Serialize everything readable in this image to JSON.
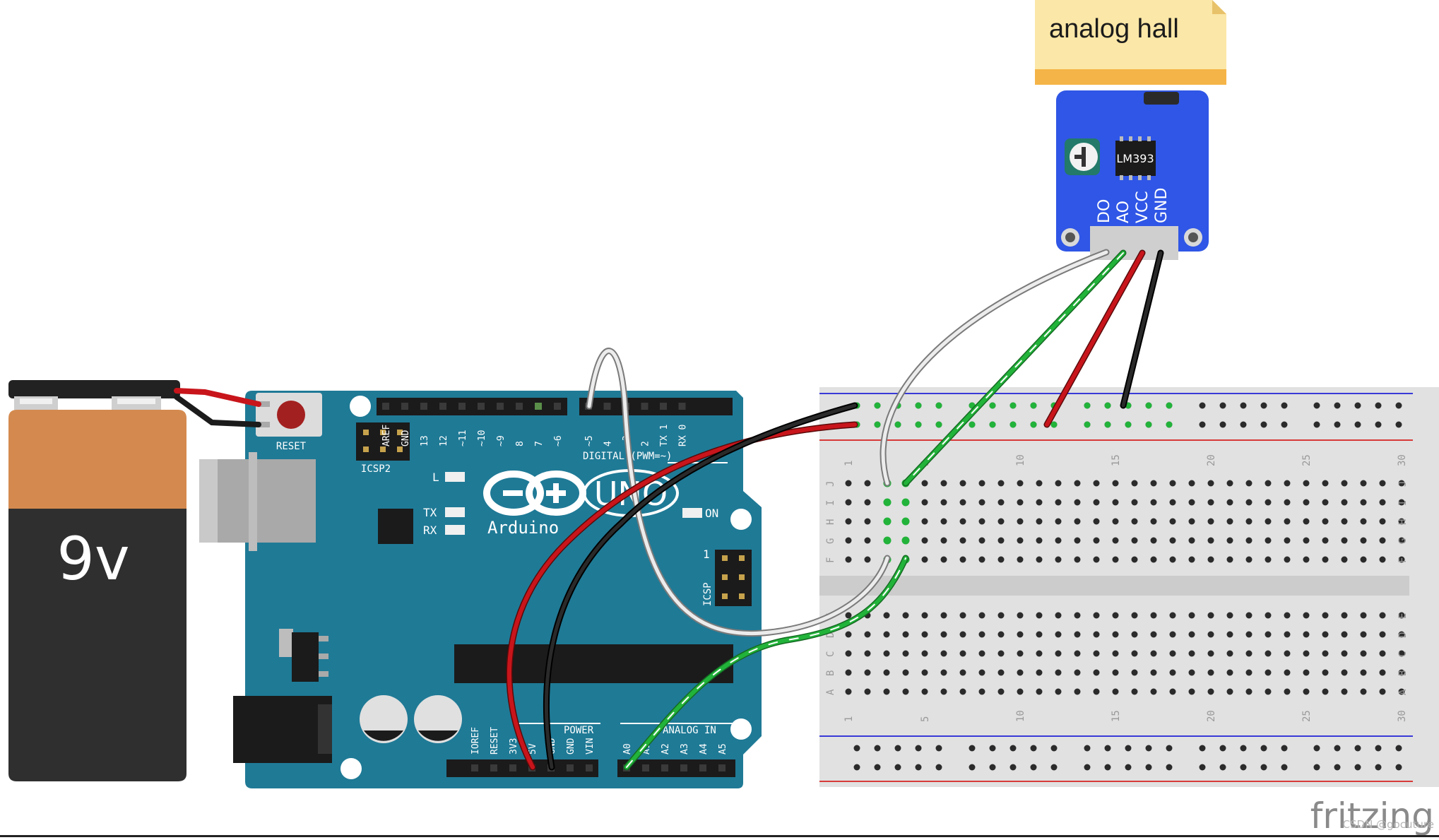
{
  "note": {
    "title": "analog hall"
  },
  "battery": {
    "label": "9v"
  },
  "hall_module": {
    "chip": "LM393",
    "pins": [
      "DO",
      "AO",
      "VCC",
      "GND"
    ]
  },
  "arduino": {
    "reset_label": "RESET",
    "icsp2_label": "ICSP2",
    "icsp_label": "ICSP",
    "icsp_pin1": "1",
    "led_l": "L",
    "led_tx": "TX",
    "led_rx": "RX",
    "on_label": "ON",
    "brand": "Arduino",
    "model": "UNO",
    "digital_label": "DIGITAL (PWM=~)",
    "power_label": "POWER",
    "analog_label": "ANALOG IN",
    "top_pins": [
      "AREF",
      "GND",
      "13",
      "12",
      "~11",
      "~10",
      "~9",
      "8",
      "7",
      "~6",
      "~5",
      "4",
      "~3",
      "2",
      "TX 1",
      "RX 0"
    ],
    "power_pins": [
      "IOREF",
      "RESET",
      "3V3",
      "5V",
      "GND",
      "GND",
      "VIN"
    ],
    "analog_pins": [
      "A0",
      "A1",
      "A2",
      "A3",
      "A4",
      "A5"
    ]
  },
  "breadboard": {
    "column_numbers": [
      "1",
      "5",
      "10",
      "15",
      "20",
      "25",
      "30"
    ],
    "row_letters_top": [
      "J",
      "I",
      "H",
      "G",
      "F"
    ],
    "row_letters_bottom": [
      "E",
      "D",
      "C",
      "B",
      "A"
    ]
  },
  "watermark": {
    "brand": "fritzing",
    "credit": "CSDN @gocuture"
  },
  "colors": {
    "arduino_board": "#1f7a96",
    "hall_board": "#2f56e6",
    "battery_top": "#d48a4f",
    "battery_body": "#2f2f2f",
    "note": "#fbe7a7",
    "note_band": "#f5b447",
    "wire_red": "#c8151b",
    "wire_black": "#1b1b1b",
    "wire_green": "#22b33a",
    "wire_white": "#e6e6e6"
  }
}
